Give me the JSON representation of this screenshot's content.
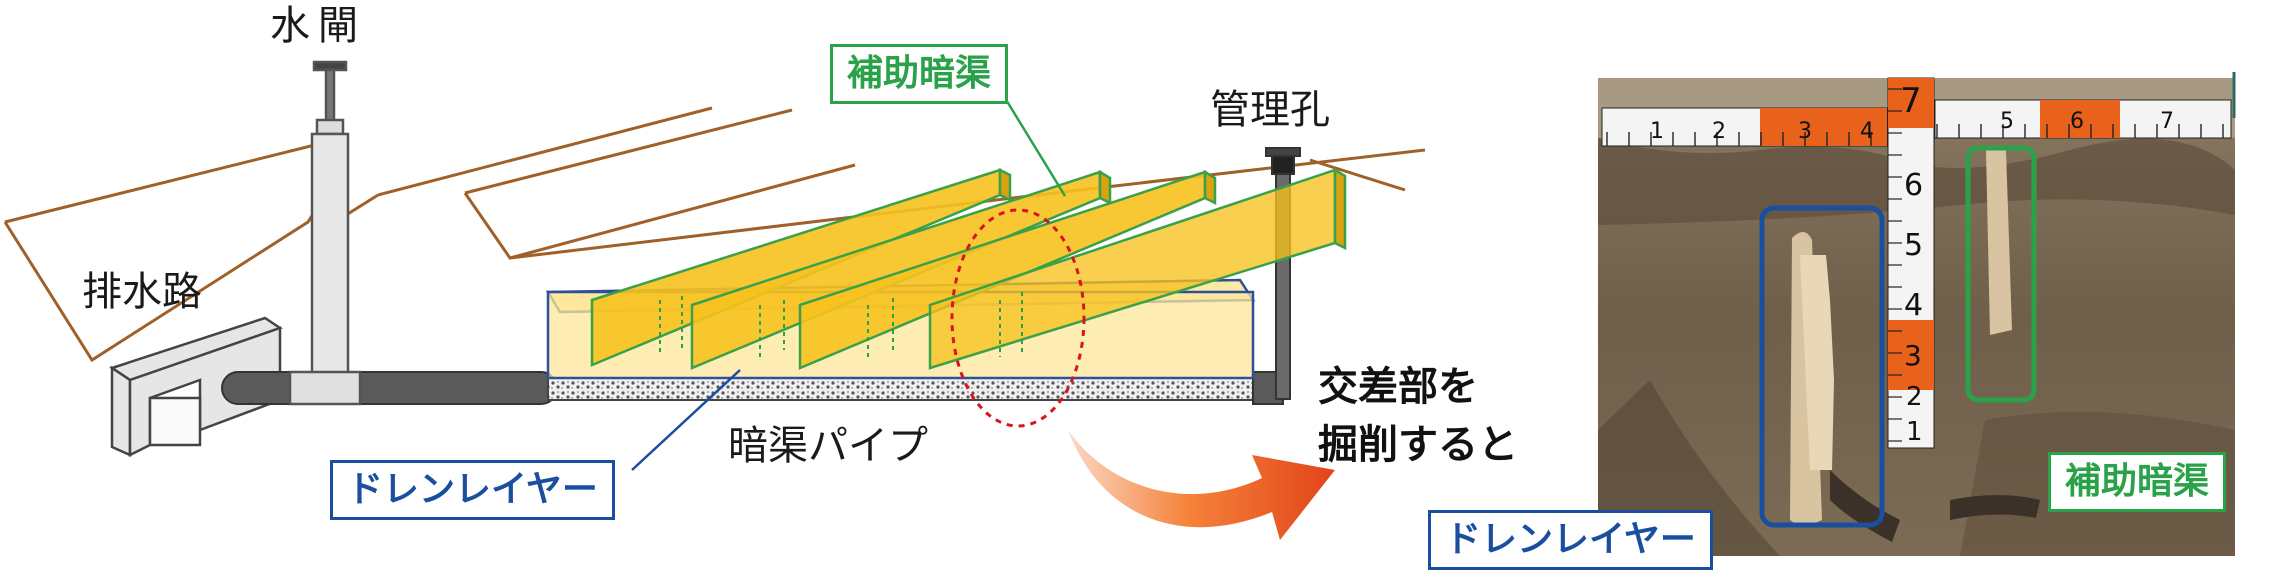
{
  "labels": {
    "water_gate": "水閘",
    "auxiliary_drain": "補助暗渠",
    "management_hole": "管理孔",
    "drainage_channel": "排水路",
    "drain_pipe": "暗渠パイプ",
    "drain_layer": "ドレンレイヤー",
    "excavate_line1": "交差部を",
    "excavate_line2": "掘削すると",
    "photo_drain_layer": "ドレンレイヤー",
    "photo_auxiliary_drain": "補助暗渠"
  },
  "ruler": {
    "horizontal_marks": [
      "1",
      "2",
      "3",
      "4",
      "5",
      "6",
      "7"
    ],
    "vertical_marks": [
      "7",
      "6",
      "5",
      "4",
      "3",
      "2",
      "1"
    ]
  },
  "colors": {
    "drain_layer_blue": "#1a4fa0",
    "auxiliary_green": "#2aa24a",
    "board_yellow": "#f7c21e",
    "terrain_brown": "#a0602a",
    "pipe_gray": "#555555",
    "arrow_orange": "#e8501a",
    "cross_marker_red": "#d8141e"
  }
}
